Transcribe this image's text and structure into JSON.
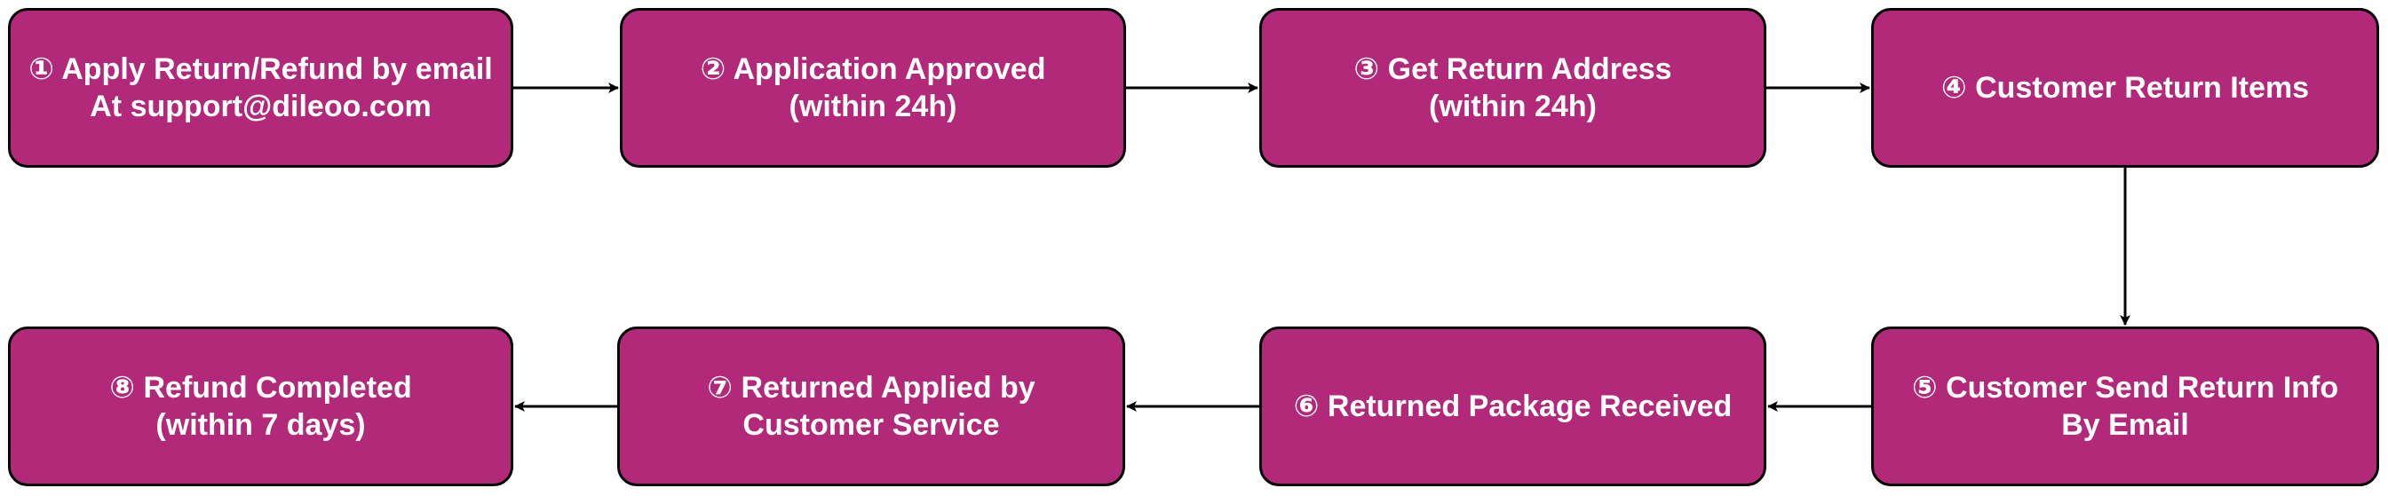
{
  "steps": [
    {
      "lines": [
        "① Apply Return/Refund by email",
        "At support@dileoo.com"
      ]
    },
    {
      "lines": [
        "② Application Approved",
        "(within 24h)"
      ]
    },
    {
      "lines": [
        "③ Get Return Address",
        "(within 24h)"
      ]
    },
    {
      "lines": [
        "④ Customer Return Items"
      ]
    },
    {
      "lines": [
        "⑤ Customer Send Return Info",
        "By Email"
      ]
    },
    {
      "lines": [
        "⑥ Returned Package Received"
      ]
    },
    {
      "lines": [
        "⑦ Returned Applied by",
        "Customer Service"
      ]
    },
    {
      "lines": [
        "⑧ Refund Completed",
        "(within 7 days)"
      ]
    }
  ],
  "colors": {
    "node_fill": "#b3297a",
    "node_border": "#000000",
    "node_text": "#ffffff",
    "connector": "#000000"
  }
}
